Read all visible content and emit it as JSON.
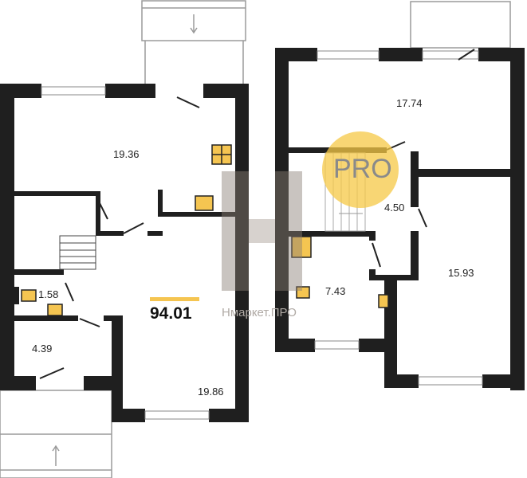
{
  "plan": {
    "total_area": "94.01",
    "watermark": "Нмаркет.ПРО",
    "badge": "PRO",
    "rooms": [
      {
        "id": "living-left",
        "area": "19.36"
      },
      {
        "id": "bath-small",
        "area": "1.58"
      },
      {
        "id": "room-4-39",
        "area": "4.39"
      },
      {
        "id": "hall-left",
        "area": "19.86"
      },
      {
        "id": "bedroom-top-right",
        "area": "17.74"
      },
      {
        "id": "hall-right",
        "area": "4.50"
      },
      {
        "id": "bath-right",
        "area": "7.43"
      },
      {
        "id": "bedroom-right",
        "area": "15.93"
      }
    ],
    "colors": {
      "wall": "#1f1f1f",
      "accent": "#f5c551"
    }
  }
}
